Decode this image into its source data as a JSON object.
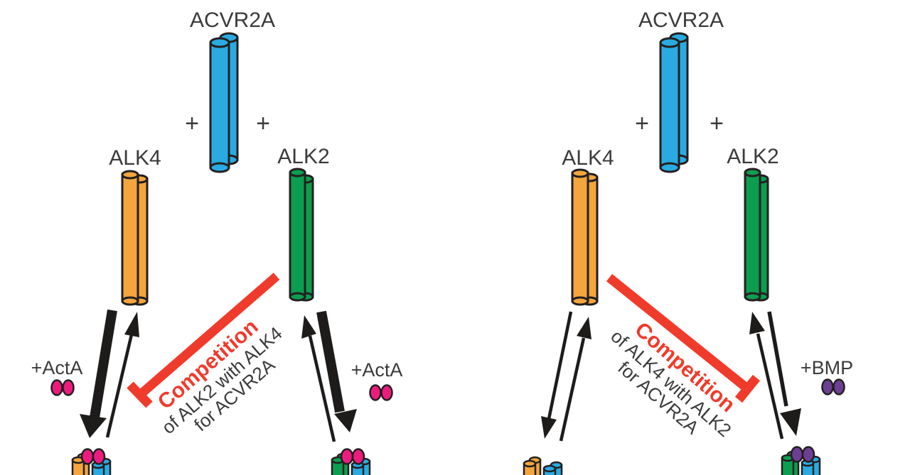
{
  "figure": {
    "description": "Two-panel receptor competition diagram",
    "background": "#FFFFFF"
  },
  "colors": {
    "acvr2a_blue": "#29ABE2",
    "alk4_orange": "#F4A53D",
    "alk2_green": "#0C9E4F",
    "activin_pink": "#EC1C7E",
    "bmp_purple": "#6C3F94",
    "inhibition_red": "#EF3B2C",
    "text_dark": "#3B3B3B",
    "outline": "#231F20",
    "arrow_black": "#1E1B1B"
  },
  "panels": [
    {
      "name": "Activin competition panel",
      "top_receptor": "ACVR2A",
      "plus_left": "+",
      "plus_right": "+",
      "left_receptor": "ALK4",
      "right_receptor": "ALK2",
      "left_ligand": "+ActA",
      "right_ligand": "+ActA",
      "competition_title": "Competition",
      "competition_line2": "of ALK2 with ALK4",
      "competition_line3": "for ACVR2A"
    },
    {
      "name": "BMP competition panel",
      "top_receptor": "ACVR2A",
      "plus_left": "+",
      "plus_right": "+",
      "left_receptor": "ALK4",
      "right_receptor": "ALK2",
      "right_ligand": "+BMP",
      "competition_title": "Competition",
      "competition_line2": "of ALK4 with ALK2",
      "competition_line3": "for ACVR2A"
    }
  ]
}
